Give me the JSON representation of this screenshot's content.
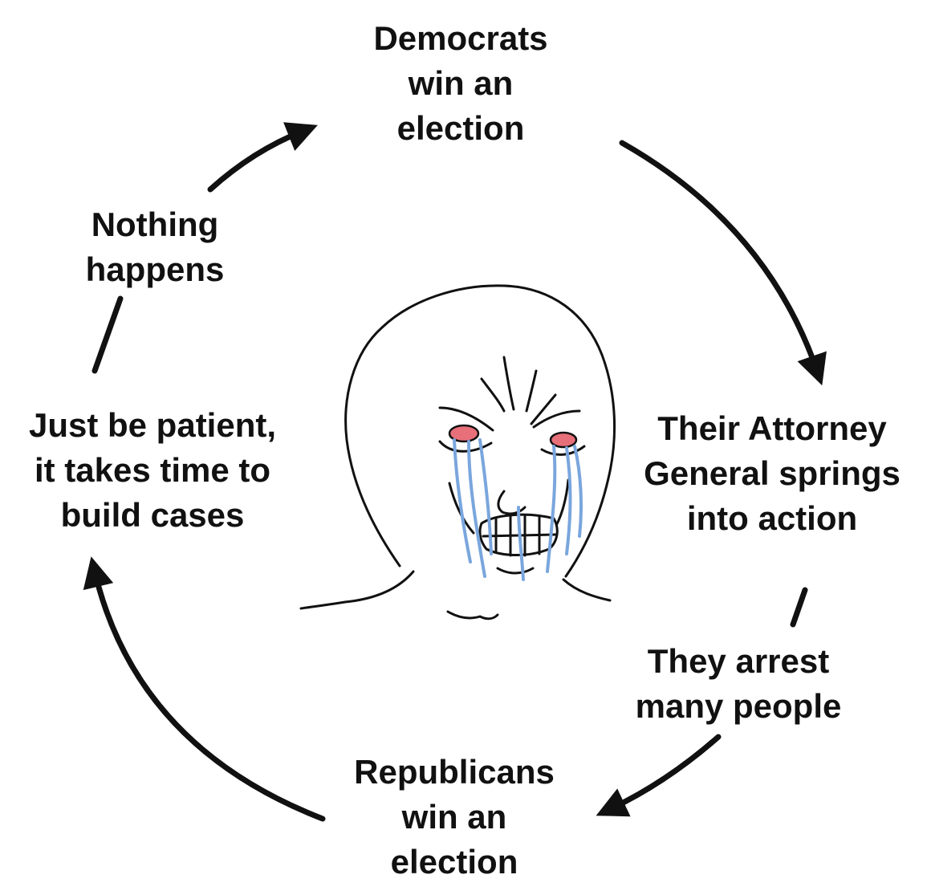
{
  "colors": {
    "background": "#ffffff",
    "ink": "#111111",
    "eye": "#e8707a",
    "tears": "#7aa6dd"
  },
  "center_icon": "crying-wojak-face",
  "cycle": [
    {
      "id": "democrats-win",
      "lines": [
        "Democrats",
        "win an",
        "election"
      ]
    },
    {
      "id": "attorney-general",
      "lines": [
        "Their Attorney",
        "General springs",
        "into action"
      ]
    },
    {
      "id": "arrests",
      "lines": [
        "They arrest",
        "many people"
      ]
    },
    {
      "id": "republicans-win",
      "lines": [
        "Republicans",
        "win an",
        "election"
      ]
    },
    {
      "id": "be-patient",
      "lines": [
        "Just be patient,",
        "it takes time to",
        "build cases"
      ]
    },
    {
      "id": "nothing-happens",
      "lines": [
        "Nothing",
        "happens"
      ]
    }
  ]
}
